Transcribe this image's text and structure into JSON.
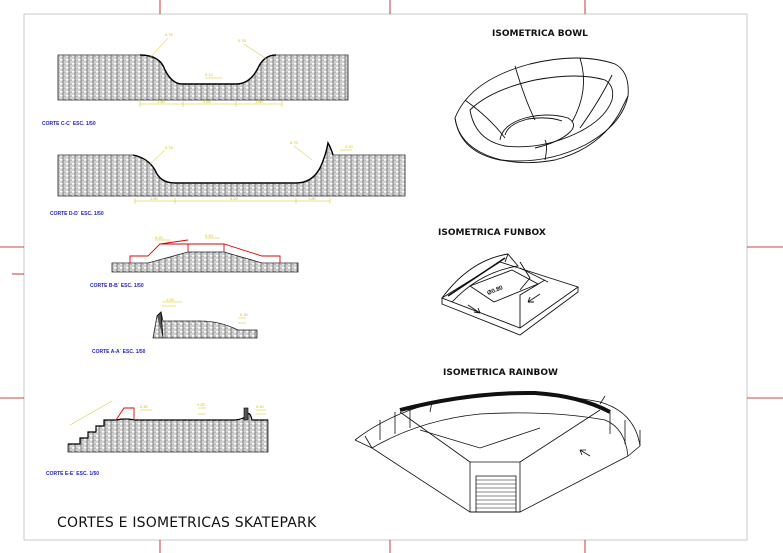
{
  "sheet_title": "CORTES E ISOMETRICAS SKATEPARK",
  "sections": {
    "c1": "CORTE C-C´ ESC. 1/50",
    "c2": "CORTE D-D´ ESC. 1/50",
    "c3": "CORTE B-B´ ESC. 1/50",
    "c4": "CORTE A-A´ ESC. 1/50",
    "c5": "CORTE E-E´ ESC. 1/50"
  },
  "isometrics": {
    "bowl": "ISOMETRICA BOWL",
    "funbox": "ISOMETRICA FUNBOX",
    "rainbow": "ISOMETRICA RAINBOW"
  },
  "funbox_dim": "Ø0.80",
  "colors": {
    "section_line": "#e60000",
    "label_blue": "#1a1ae6",
    "dimension_yellow": "#d4c400",
    "frame_mark": "#cc0000"
  }
}
